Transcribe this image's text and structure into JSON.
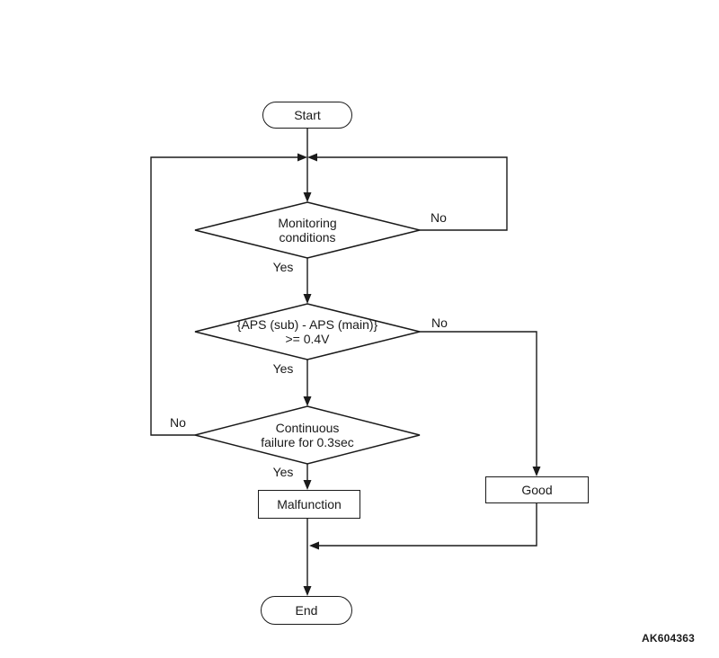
{
  "colors": {
    "line": "#1a1a1a",
    "background": "#ffffff"
  },
  "nodes": {
    "start": {
      "type": "terminator",
      "label": "Start"
    },
    "decision_monitoring": {
      "type": "decision",
      "line1": "Monitoring",
      "line2": "conditions"
    },
    "decision_aps": {
      "type": "decision",
      "line1": "{APS (sub) - APS (main)}",
      "line2": ">= 0.4V"
    },
    "decision_continuous": {
      "type": "decision",
      "line1": "Continuous",
      "line2": "failure for 0.3sec"
    },
    "malfunction": {
      "type": "process",
      "label": "Malfunction"
    },
    "good": {
      "type": "process",
      "label": "Good"
    },
    "end": {
      "type": "terminator",
      "label": "End"
    }
  },
  "branches": {
    "monitoring_yes": "Yes",
    "monitoring_no": "No",
    "aps_yes": "Yes",
    "aps_no": "No",
    "continuous_yes": "Yes",
    "continuous_no": "No"
  },
  "figure_code": "AK604363"
}
